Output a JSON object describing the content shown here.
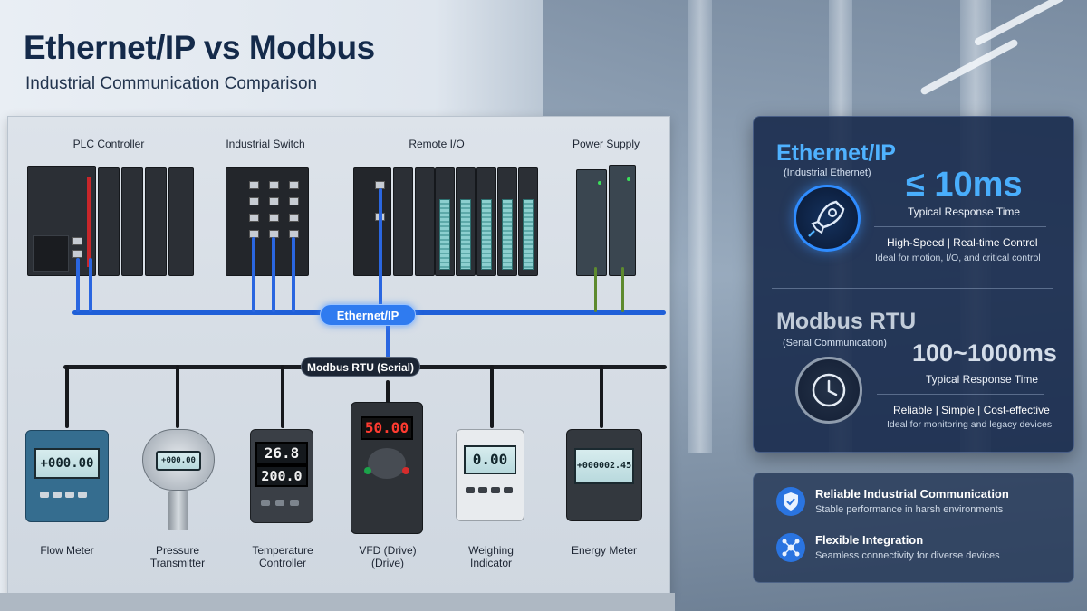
{
  "header": {
    "title": "Ethernet/IP vs Modbus",
    "subtitle": "Industrial Communication Comparison"
  },
  "top_devices": [
    {
      "label": "PLC Controller"
    },
    {
      "label": "Industrial Switch"
    },
    {
      "label": "Remote I/O"
    },
    {
      "label": "Power Supply"
    }
  ],
  "buses": {
    "ethernet_label": "Ethernet/IP",
    "modbus_label": "Modbus RTU (Serial)"
  },
  "field_devices": [
    {
      "label": "Flow Meter",
      "display": "+000.00"
    },
    {
      "label": "Pressure\nTransmitter",
      "display": "+000.00"
    },
    {
      "label": "Temperature\nController",
      "display_pv": "26.8",
      "display_sv": "200.0"
    },
    {
      "label": "VFD (Drive)\n(Drive)",
      "display": "50.00"
    },
    {
      "label": "Weighing\nIndicator",
      "display": "0.00"
    },
    {
      "label": "Energy Meter",
      "display": "+000002.45"
    }
  ],
  "ethernet_card": {
    "heading": "Ethernet/IP",
    "subheading": "(Industrial Ethernet)",
    "response_value": "≤ 10ms",
    "response_label": "Typical Response Time",
    "features": "High-Speed | Real-time Control",
    "description": "Ideal for motion, I/O, and critical control",
    "icon": "rocket-icon"
  },
  "modbus_card": {
    "heading": "Modbus RTU",
    "subheading": "(Serial Communication)",
    "response_value": "100~1000ms",
    "response_label": "Typical Response Time",
    "features": "Reliable | Simple | Cost-effective",
    "description": "Ideal for monitoring and legacy devices",
    "icon": "clock-icon"
  },
  "benefits": [
    {
      "title": "Reliable Industrial Communication",
      "description": "Stable performance in harsh environments",
      "icon": "shield-icon"
    },
    {
      "title": "Flexible Integration",
      "description": "Seamless connectivity for diverse devices",
      "icon": "network-icon"
    }
  ],
  "colors": {
    "ethernet_blue": "#1f5fd8",
    "accent_cyan": "#49aefc",
    "card_bg": "#16284a",
    "title_navy": "#142a4a"
  }
}
